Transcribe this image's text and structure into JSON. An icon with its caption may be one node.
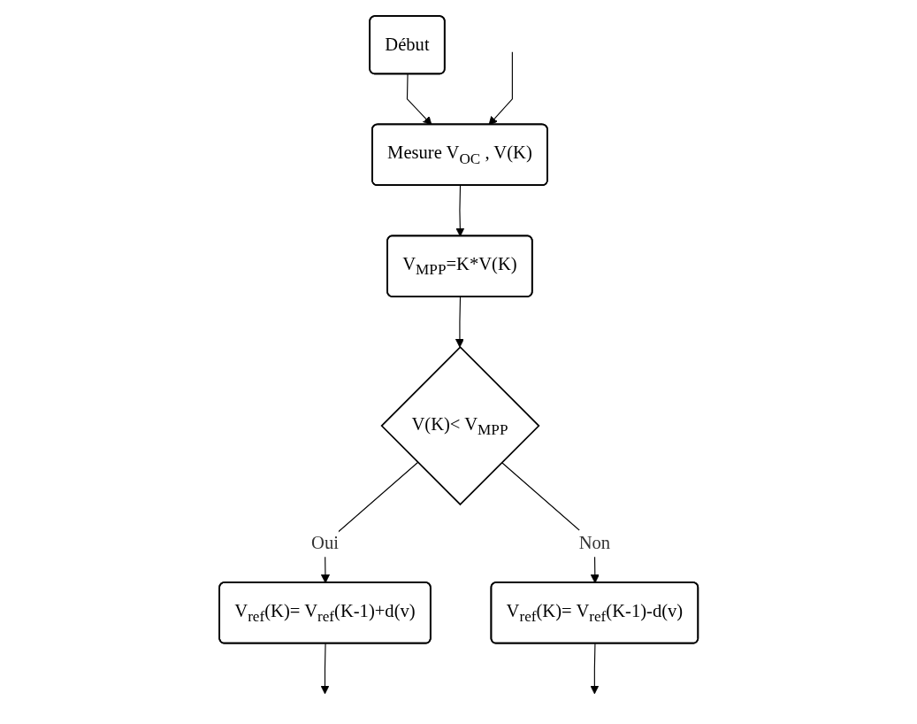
{
  "diagram": {
    "nodes": [
      {
        "text": [
          "Début"
        ]
      },
      {
        "text": [
          "Mesure V$_{OC}$ , V(K)"
        ]
      },
      {
        "text": [
          "V$_{MPP}$=K*V(K)"
        ]
      },
      {
        "text": [
          "V(K)< V$_{MPP}$"
        ]
      },
      {
        "text": [
          "V$_{ref}$(K)= V$_{ref}$(K-1)+d(v)"
        ]
      },
      {
        "text": [
          "V$_{ref}$(K)= V$_{ref}$(K-1)-d(v)"
        ]
      }
    ],
    "edges": [
      {
        "from": 0,
        "to": 1,
        "arrow": "to"
      },
      {
        "from": null,
        "to": 1,
        "arrow": "to"
      },
      {
        "from": 1,
        "to": 2,
        "arrow": "to"
      },
      {
        "from": 2,
        "to": 3,
        "arrow": "to"
      },
      {
        "from": 3,
        "to": 4,
        "label": "Oui",
        "arrow": "to"
      },
      {
        "from": 3,
        "to": 5,
        "label": "Non",
        "arrow": "to"
      },
      {
        "from": 4,
        "to": null,
        "arrow": "to"
      },
      {
        "from": 5,
        "to": null,
        "arrow": "to"
      }
    ]
  }
}
